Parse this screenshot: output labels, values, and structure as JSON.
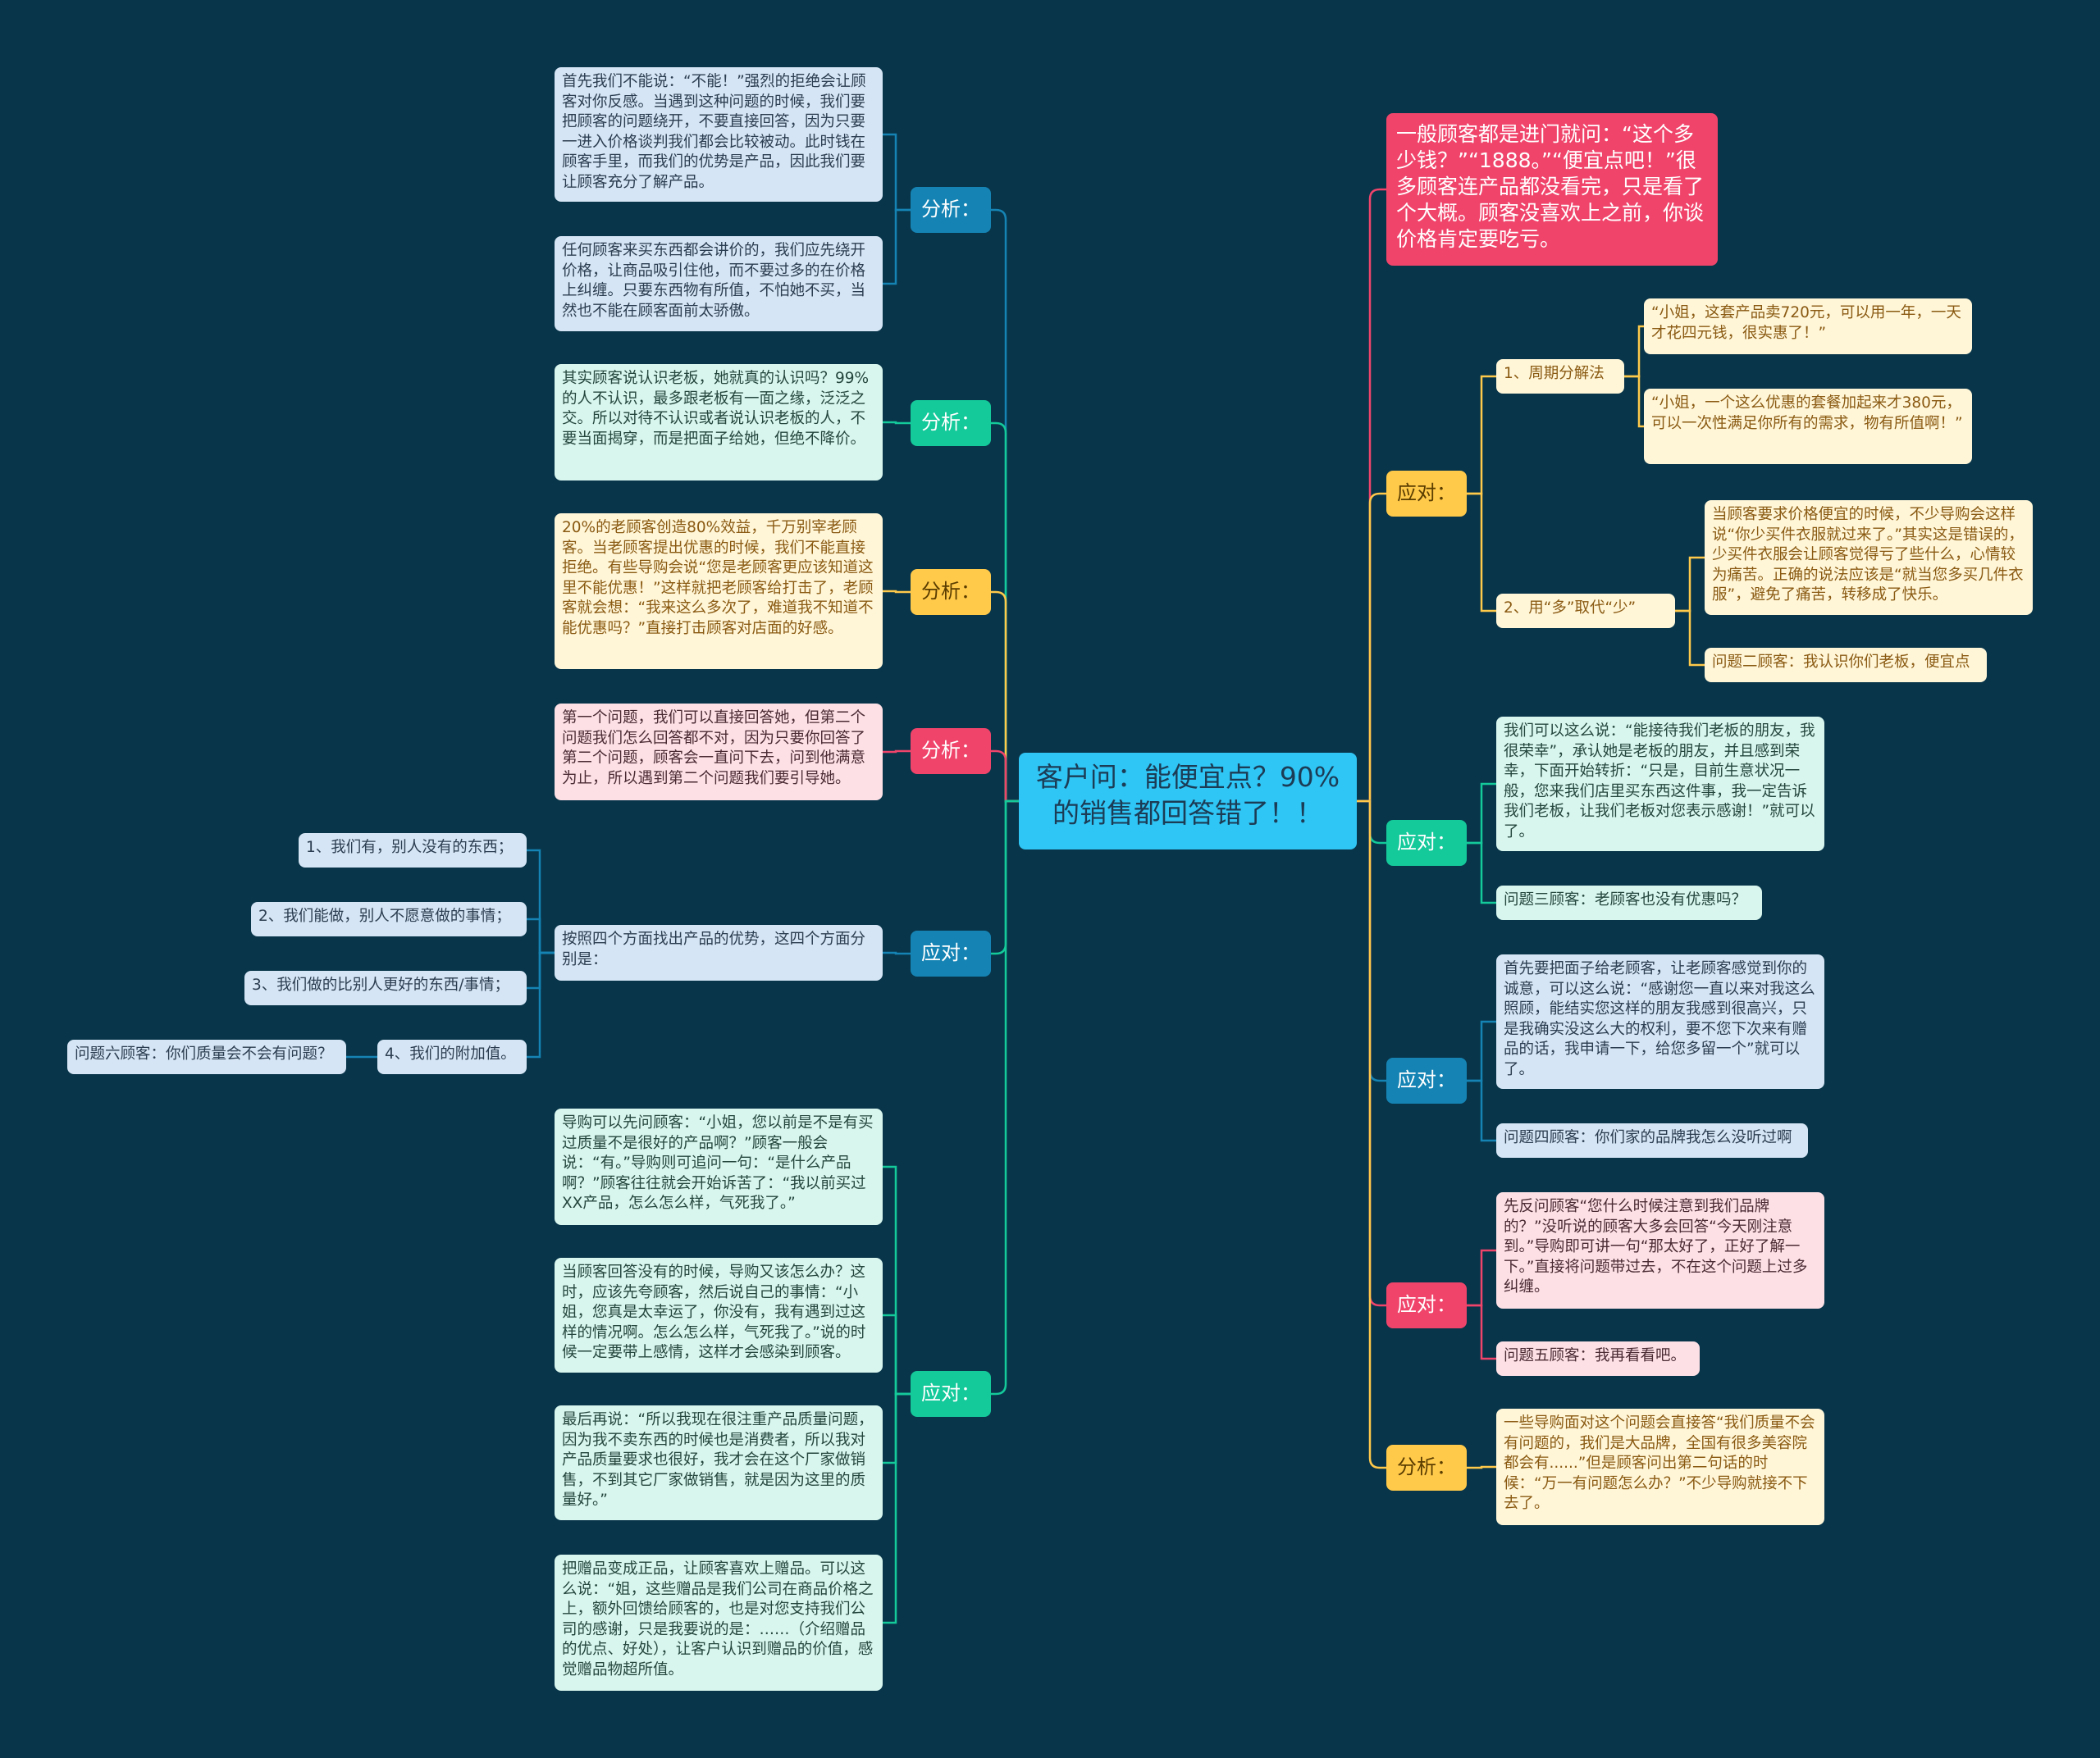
{
  "root": "客户问：能便宜点？90%的销售都回答错了！！",
  "left": {
    "b1": {
      "label": "分析：",
      "t1": "首先我们不能说：“不能！”强烈的拒绝会让顾客对你反感。当遇到这种问题的时候，我们要把顾客的问题绕开，不要直接回答，因为只要一进入价格谈判我们都会比较被动。此时钱在顾客手里，而我们的优势是产品，因此我们要让顾客充分了解产品。",
      "t2": "任何顾客来买东西都会讲价的，我们应先绕开价格，让商品吸引住他，而不要过多的在价格上纠缠。只要东西物有所值，不怕她不买，当然也不能在顾客面前太骄傲。"
    },
    "b2": {
      "label": "分析：",
      "t1": "其实顾客说认识老板，她就真的认识吗？99%的人不认识，最多跟老板有一面之缘，泛泛之交。所以对待不认识或者说认识老板的人，不要当面揭穿，而是把面子给她，但绝不降价。"
    },
    "b3": {
      "label": "分析：",
      "t1": "20%的老顾客创造80%效益，千万别宰老顾客。当老顾客提出优惠的时候，我们不能直接拒绝。有些导购会说“您是老顾客更应该知道这里不能优惠！”这样就把老顾客给打击了，老顾客就会想：“我来这么多次了，难道我不知道不能优惠吗？”直接打击顾客对店面的好感。"
    },
    "b4": {
      "label": "分析：",
      "t1": "第一个问题，我们可以直接回答她，但第二个问题我们怎么回答都不对，因为只要你回答了第二个问题，顾客会一直问下去，问到他满意为止，所以遇到第二个问题我们要引导她。"
    },
    "b5": {
      "label": "应对：",
      "t1": "按照四个方面找出产品的优势，这四个方面分别是：",
      "items": [
        "1、我们有，别人没有的东西；",
        "2、我们能做，别人不愿意做的事情；",
        "3、我们做的比别人更好的东西/事情；",
        "4、我们的附加值。"
      ],
      "q": "问题六顾客：你们质量会不会有问题？"
    },
    "b6": {
      "label": "应对：",
      "t1": "导购可以先问顾客：“小姐，您以前是不是有买过质量不是很好的产品啊？”顾客一般会说：“有。”导购则可追问一句：“是什么产品啊？”顾客往往就会开始诉苦了：“我以前买过XX产品，怎么怎么样，气死我了。”",
      "t2": "当顾客回答没有的时候，导购又该怎么办？这时，应该先夸顾客，然后说自己的事情：“小姐，您真是太幸运了，你没有，我有遇到过这样的情况啊。怎么怎么样，气死我了。”说的时候一定要带上感情，这样才会感染到顾客。",
      "t3": "最后再说：“所以我现在很注重产品质量问题，因为我不卖东西的时候也是消费者，所以我对产品质量要求也很好，我才会在这个厂家做销售，不到其它厂家做销售，就是因为这里的质量好。”",
      "t4": "把赠品变成正品，让顾客喜欢上赠品。可以这么说：“姐，这些赠品是我们公司在商品价格之上，额外回馈给顾客的，也是对您支持我们公司的感谢，只是我要说的是：……（介绍赠品的优点、好处），让客户认识到赠品的价值，感觉赠品物超所值。"
    }
  },
  "right": {
    "top": "一般顾客都是进门就问：“这个多少钱？”“1888。”“便宜点吧！”很多顾客连产品都没看完，只是看了个大概。顾客没喜欢上之前，你谈价格肯定要吃亏。",
    "r1": {
      "label": "应对：",
      "m1": "1、周期分解法",
      "m1a": "“小姐，这套产品卖720元，可以用一年，一天才花四元钱，很实惠了！”",
      "m1b": "“小姐，一个这么优惠的套餐加起来才380元，可以一次性满足你所有的需求，物有所值啊！”",
      "m2": "2、用“多”取代“少”",
      "m2a": "当顾客要求价格便宜的时候，不少导购会这样说“你少买件衣服就过来了。”其实这是错误的，少买件衣服会让顾客觉得亏了些什么，心情较为痛苦。正确的说法应该是“就当您多买几件衣服”，避免了痛苦，转移成了快乐。",
      "m2b": "问题二顾客：我认识你们老板，便宜点"
    },
    "r2": {
      "label": "应对：",
      "t1": "我们可以这么说：“能接待我们老板的朋友，我很荣幸”，承认她是老板的朋友，并且感到荣幸，下面开始转折：“只是，目前生意状况一般，您来我们店里买东西这件事，我一定告诉我们老板，让我们老板对您表示感谢！”就可以了。",
      "t2": "问题三顾客：老顾客也没有优惠吗？"
    },
    "r3": {
      "label": "应对：",
      "t1": "首先要把面子给老顾客，让老顾客感觉到你的诚意，可以这么说：“感谢您一直以来对我这么照顾，能结实您这样的朋友我感到很高兴，只是我确实没这么大的权利，要不您下次来有赠品的话，我申请一下，给您多留一个”就可以了。",
      "t2": "问题四顾客：你们家的品牌我怎么没听过啊"
    },
    "r4": {
      "label": "应对：",
      "t1": "先反问顾客“您什么时候注意到我们品牌的？”没听说的顾客大多会回答“今天刚注意到。”导购即可讲一句“那太好了，正好了解一下。”直接将问题带过去，不在这个问题上过多纠缠。",
      "t2": "问题五顾客：我再看看吧。"
    },
    "r5": {
      "label": "分析：",
      "t1": "一些导购面对这个问题会直接答“我们质量不会有问题的，我们是大品牌，全国有很多美容院都会有......”但是顾客问出第二句话的时候：“万一有问题怎么办？”不少导购就接不下去了。"
    }
  },
  "colors": {
    "background": "#08354a",
    "root": "#2fc5f5",
    "blue": "#1584b4",
    "green": "#14c99a",
    "yellow": "#ffc94a",
    "pink": "#f0446b"
  }
}
